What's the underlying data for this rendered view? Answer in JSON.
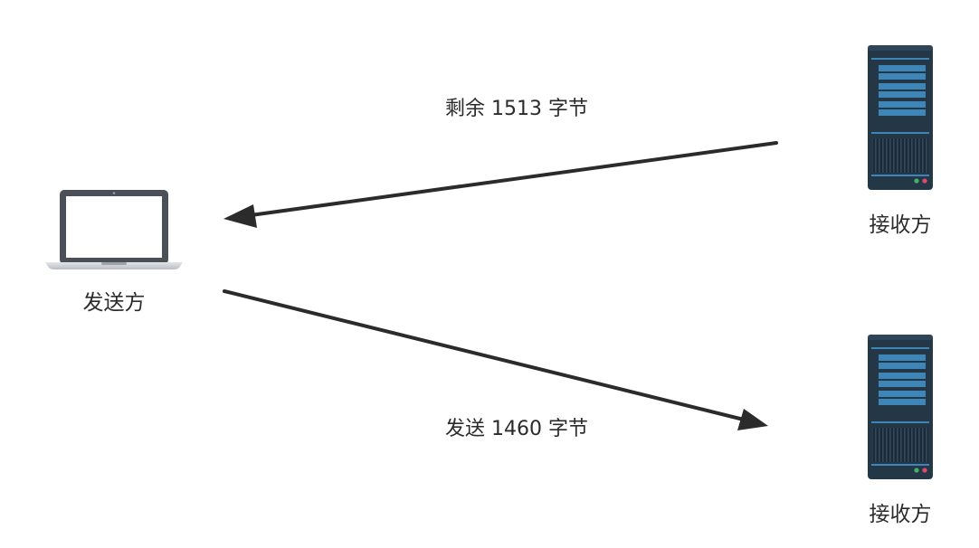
{
  "nodes": {
    "sender": {
      "label": "发送方",
      "icon": "laptop-icon"
    },
    "receiver_top": {
      "label": "接收方",
      "icon": "server-icon"
    },
    "receiver_bottom": {
      "label": "接收方",
      "icon": "server-icon"
    }
  },
  "edges": {
    "remaining": {
      "label": "剩余 1513 字节",
      "from": "receiver_top",
      "to": "sender"
    },
    "sent": {
      "label": "发送 1460 字节",
      "from": "sender",
      "to": "receiver_bottom"
    }
  },
  "colors": {
    "arrow": "#2b2b2b",
    "server_body": "#243746",
    "server_bar": "#3f86b8",
    "laptop_frame": "#4a4f58",
    "laptop_screen": "#ffffff"
  }
}
